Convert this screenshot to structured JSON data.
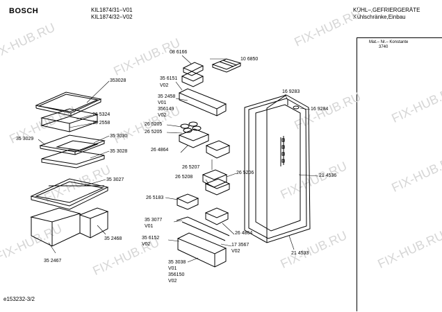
{
  "header": {
    "brand": "BOSCH",
    "model_line1": "KIL1874/31–V01",
    "model_line2": "KIL1874/32–V02",
    "category_line1": "KÜHL–,GEFRIERGERÄTE",
    "category_line2": "Kühlschränke,Einbau"
  },
  "side_panel": {
    "label": "Mat.– Nr.– Konstante",
    "value": "3740"
  },
  "footer": {
    "doc_id": "e153232-3/2"
  },
  "watermark": "FIX-HUB.RU",
  "parts": {
    "p353028a": "353028",
    "p265324": "26 5324",
    "p352558": "35 2558",
    "p353029": "35 3029",
    "p353030": "35 3030",
    "p353028b": "35 3028",
    "p353027": "35 3027",
    "p352468": "35 2468",
    "p352467": "35 2467",
    "p086166": "08 6166",
    "p106850": "10 6850",
    "p356151": "35 6151",
    "v02a": "V02",
    "p352458": "35 2458",
    "v01a": "V01",
    "p356149": "356149",
    "v02b": "V02",
    "p265205a": "26 5205",
    "p265205b": "26 5205",
    "p264864a": "26 4864",
    "p265207": "26 5207",
    "p265208": "26 5208",
    "p265206": "26 5206",
    "p265183": "26 5183",
    "p353077": "35 3077",
    "v01b": "V01",
    "p356152": "35 6152",
    "v02c": "V02",
    "p264864b": "26 4864",
    "p173567": "17 3567",
    "v02d": "V02",
    "p353038": "35 3038",
    "v01c": "V01",
    "p356150": "356150",
    "v02e": "V02",
    "p169283": "16 9283",
    "p169284": "16 9284",
    "p214536": "21 4536",
    "p214533": "21 4533"
  }
}
